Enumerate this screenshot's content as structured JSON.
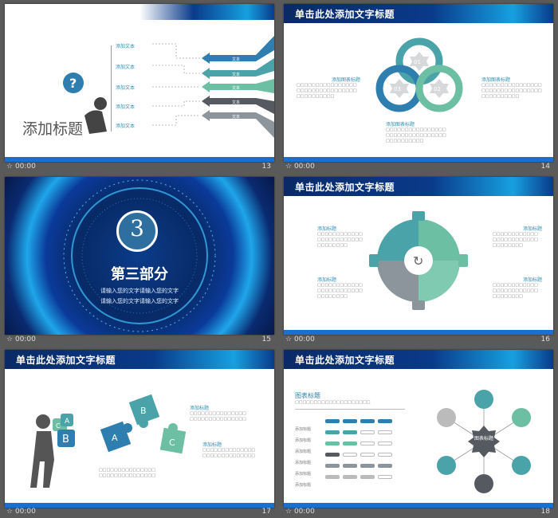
{
  "slides": [
    {
      "title": "",
      "heading": "添加标题",
      "items": [
        "添加文本",
        "添加文本",
        "添加文本",
        "添加文本",
        "添加文本"
      ],
      "arrow_text": "文本",
      "time": "00:00",
      "page": "13"
    },
    {
      "title": "单击此处添加文字标题",
      "circles": [
        "01",
        "02",
        "03"
      ],
      "labels": [
        "添加图表标题",
        "添加图表标题",
        "添加图表标题"
      ],
      "time": "00:00",
      "page": "14"
    },
    {
      "number": "3",
      "section": "第三部分",
      "sub1": "请输入您的文字请输入您的文字",
      "sub2": "请输入您的文字请输入您的文字",
      "time": "00:00",
      "page": "15"
    },
    {
      "title": "单击此处添加文字标题",
      "labels": [
        "添加标题",
        "添加标题",
        "添加标题",
        "添加标题"
      ],
      "time": "00:00",
      "page": "16"
    },
    {
      "title": "单击此处添加文字标题",
      "labels": [
        "添加标题",
        "添加标题"
      ],
      "letters": [
        "A",
        "B",
        "C"
      ],
      "time": "00:00",
      "page": "17"
    },
    {
      "title": "单击此处添加文字标题",
      "chart_title": "图表标题",
      "center": "图表标题",
      "row_label": "添加标题",
      "time": "00:00",
      "page": "18"
    }
  ],
  "colors": {
    "teal": "#4aa3a8",
    "blue": "#2e7fb0",
    "green": "#6cbfa3",
    "gray": "#8c959c",
    "dark": "#545a60"
  }
}
